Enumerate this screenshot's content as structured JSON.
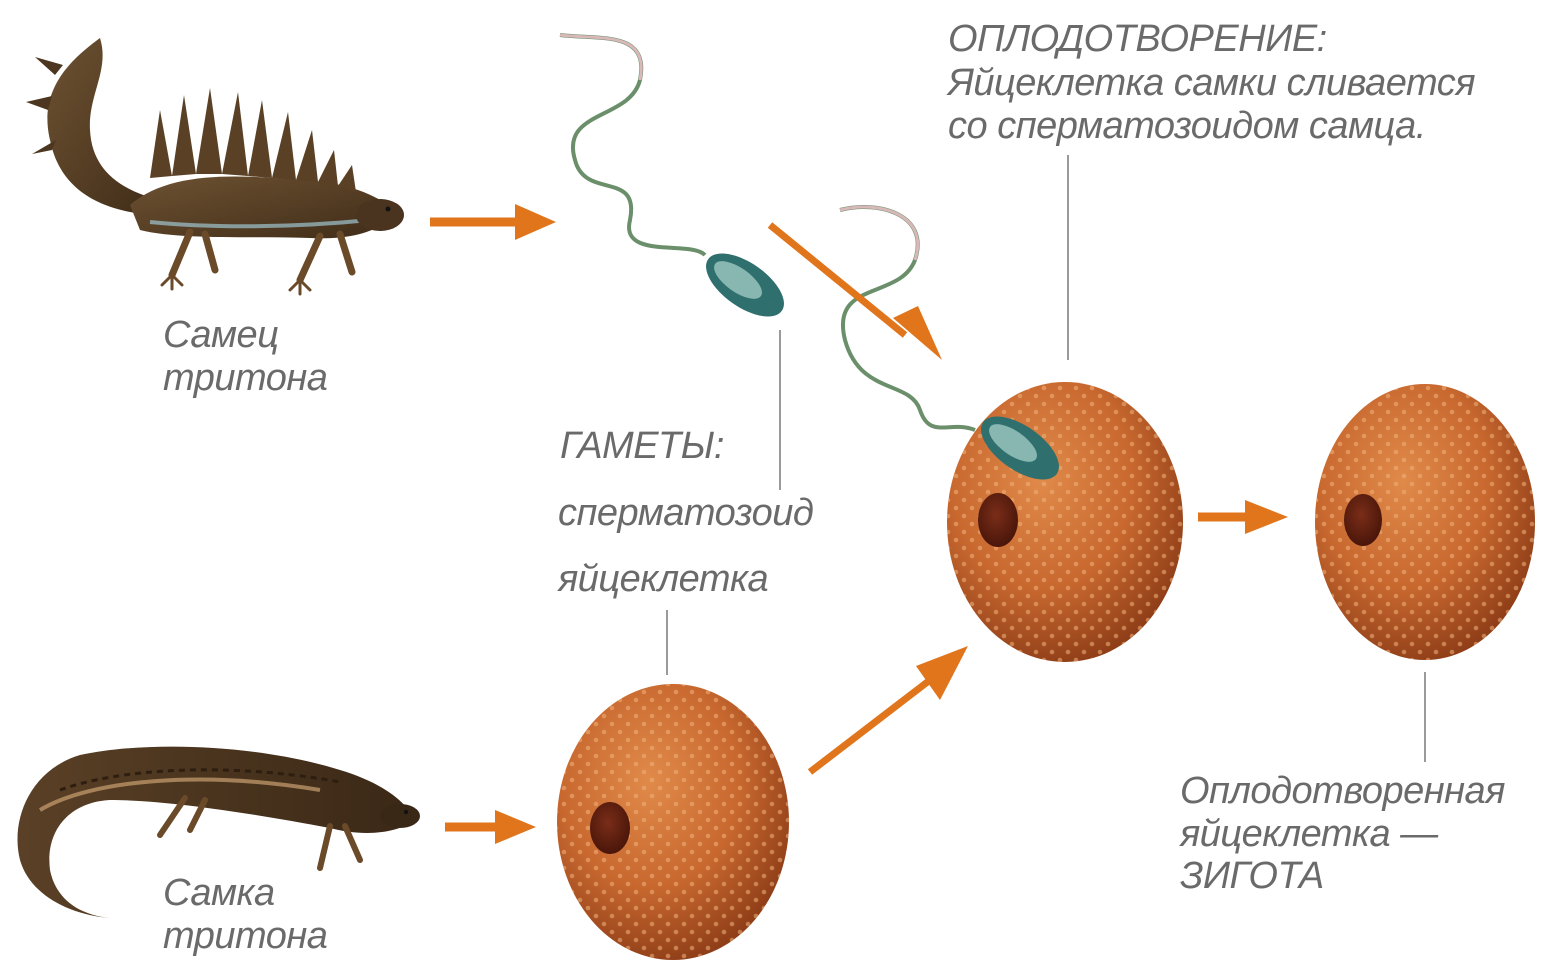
{
  "labels": {
    "male": [
      "Самец",
      "тритона"
    ],
    "female": [
      "Самка",
      "тритона"
    ],
    "gametes_title": "ГАМЕТЫ:",
    "sperm": "сперматозоид",
    "egg": "яйцеклетка",
    "fertilization_title": "ОПЛОДОТВОРЕНИЕ:",
    "fertilization_desc": [
      "Яйцеклетка самки сливается",
      "со сперматозоидом самца."
    ],
    "zygote": [
      "Оплодотворенная",
      "яйцеклетка —",
      "ЗИГОТА"
    ]
  },
  "colors": {
    "arrow": "#e0751c",
    "egg": "#c8682f",
    "egg_dark": "#8a3a16",
    "nucleus": "#5e1f10",
    "text": "#6a6a6a",
    "leader_line": "#9a9a9a",
    "newt_male": "#5c4326",
    "newt_female": "#4a3520",
    "sperm": "#3f7d53"
  },
  "icons": {
    "male_newt": "crested-newt-male-illustration",
    "female_newt": "newt-female-illustration",
    "sperm_cell": "sperm-cell-illustration",
    "egg_cell": "egg-cell-illustration",
    "zygote_cell": "zygote-illustration",
    "flow_arrow": "orange-arrow"
  }
}
